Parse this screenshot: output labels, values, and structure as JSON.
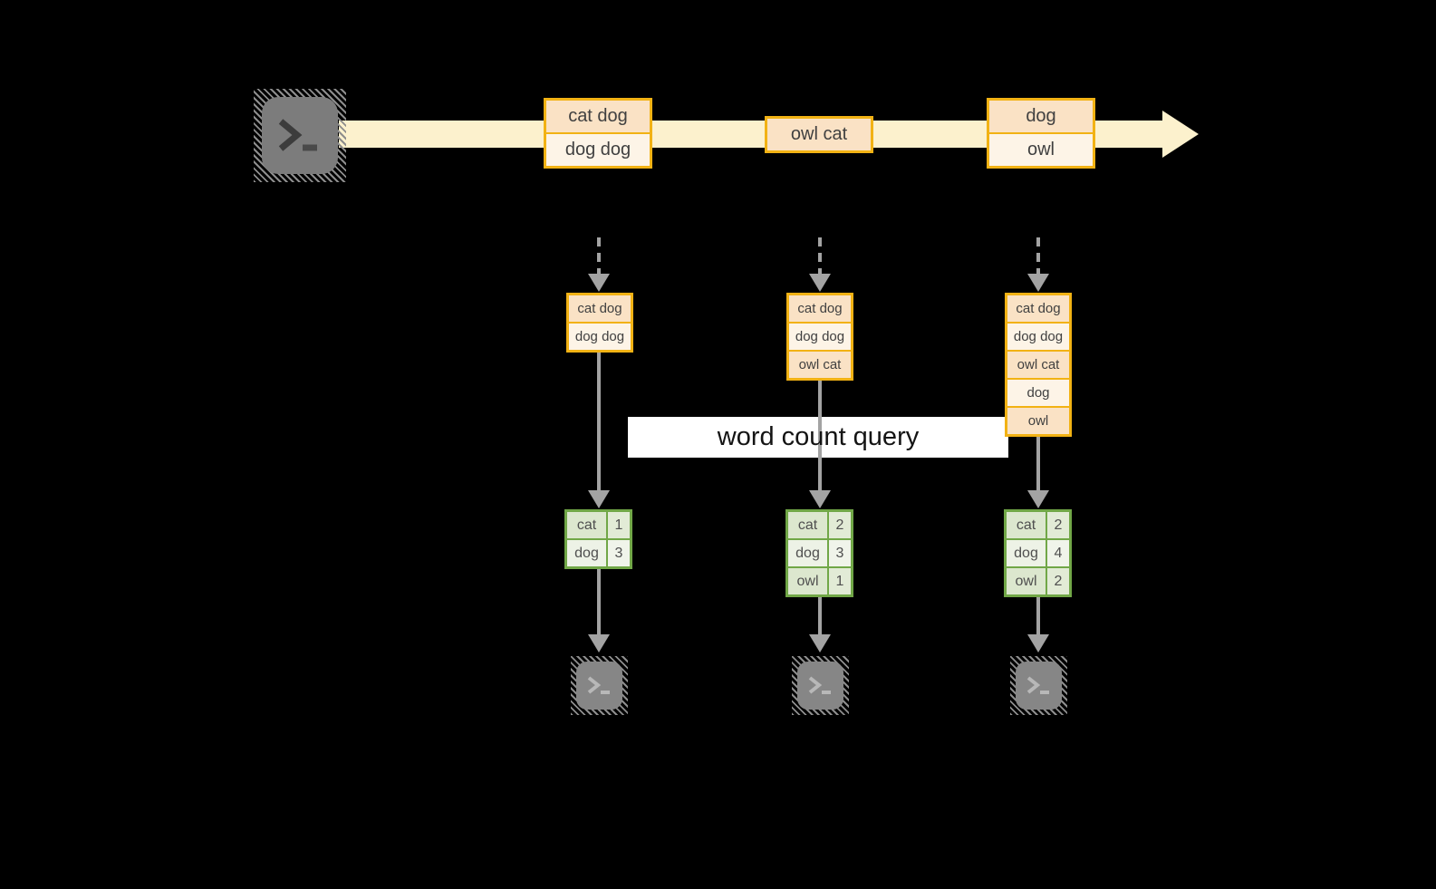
{
  "query_box": {
    "label": "word count query"
  },
  "stream": {
    "batches": [
      {
        "rows": [
          "cat dog",
          "dog dog"
        ]
      },
      {
        "rows": [
          "owl cat"
        ]
      },
      {
        "rows": [
          "dog",
          "owl"
        ]
      }
    ]
  },
  "columns": [
    {
      "buffer": [
        "cat dog",
        "dog dog"
      ],
      "result": {
        "rows": [
          {
            "word": "cat",
            "count": 1
          },
          {
            "word": "dog",
            "count": 3
          }
        ]
      }
    },
    {
      "buffer": [
        "cat dog",
        "dog dog",
        "owl cat"
      ],
      "result": {
        "rows": [
          {
            "word": "cat",
            "count": 2
          },
          {
            "word": "dog",
            "count": 3
          },
          {
            "word": "owl",
            "count": 1
          }
        ]
      }
    },
    {
      "buffer": [
        "cat dog",
        "dog dog",
        "owl cat",
        "dog",
        "owl"
      ],
      "result": {
        "rows": [
          {
            "word": "cat",
            "count": 2
          },
          {
            "word": "dog",
            "count": 4
          },
          {
            "word": "owl",
            "count": 2
          }
        ]
      }
    }
  ],
  "icons": {
    "source": "terminal-icon",
    "sink": "terminal-icon",
    "stream_direction": "right-arrow-icon",
    "flow_direction": "down-arrow-icon"
  },
  "colors": {
    "background": "#000000",
    "stream_band": "#FCF1CD",
    "record_border": "#F2B214",
    "record_fill_dark": "#FAE2C5",
    "record_fill_light": "#FDF4E7",
    "table_border": "#71A747",
    "table_fill_dark": "#DCE7CE",
    "table_fill_light": "#EDF2E6",
    "arrow_gray": "#A3A3A3",
    "terminal_gray": "#7C7C7C",
    "query_box_bg": "#FFFFFF",
    "text_dark": "#404040"
  }
}
